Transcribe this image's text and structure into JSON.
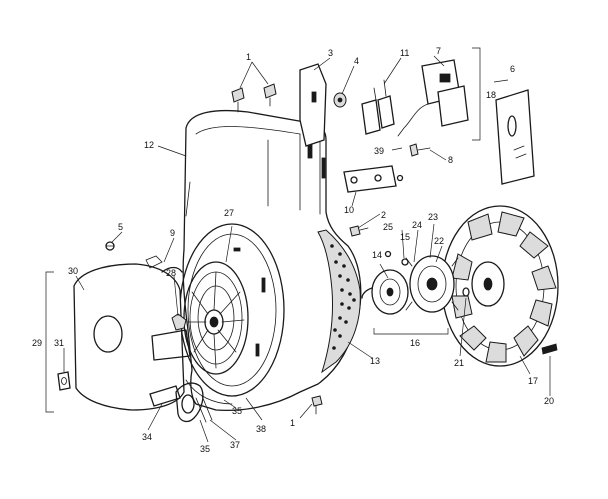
{
  "callouts": {
    "c1a": "1",
    "c1b": "1",
    "c2": "2",
    "c3": "3",
    "c4": "4",
    "c5": "5",
    "c6": "6",
    "c7": "7",
    "c8": "8",
    "c9": "9",
    "c10": "10",
    "c11": "11",
    "c12": "12",
    "c13": "13",
    "c14": "14",
    "c15": "15",
    "c16": "16",
    "c17": "17",
    "c18": "18",
    "c20": "20",
    "c21": "21",
    "c22": "22",
    "c23": "23",
    "c24": "24",
    "c25": "25",
    "c27": "27",
    "c28": "28",
    "c29": "29",
    "c30": "30",
    "c31": "31",
    "c34": "34",
    "c35a": "35",
    "c35b": "35",
    "c37": "37",
    "c38": "38",
    "c39": "39"
  }
}
